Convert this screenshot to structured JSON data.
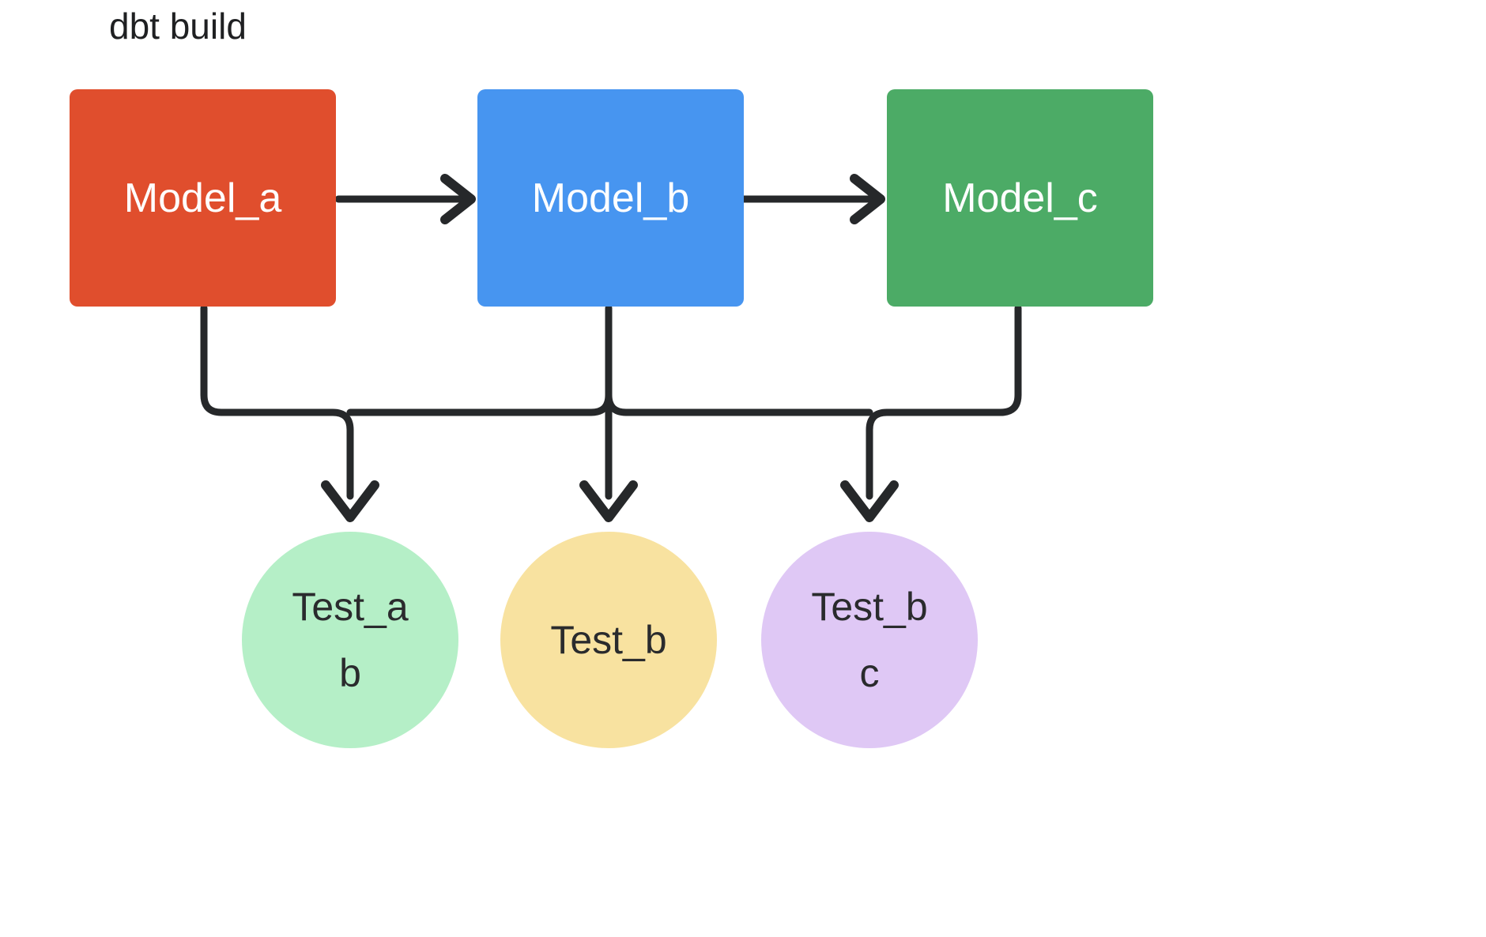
{
  "diagram": {
    "title": "dbt build",
    "type": "flowchart",
    "background": "#ffffff",
    "edge_color": "#26282a",
    "models": [
      {
        "id": "model_a",
        "label": "Model_a",
        "shape": "rounded-rect",
        "color": "#E04E2D",
        "text_color": "#ffffff"
      },
      {
        "id": "model_b",
        "label": "Model_b",
        "shape": "rounded-rect",
        "color": "#4795F0",
        "text_color": "#ffffff"
      },
      {
        "id": "model_c",
        "label": "Model_c",
        "shape": "rounded-rect",
        "color": "#4CAB66",
        "text_color": "#ffffff"
      }
    ],
    "tests": [
      {
        "id": "test_ab",
        "label": "Test_ab",
        "shape": "circle",
        "color": "#B5EFC7",
        "text_color": "#2a2b2d"
      },
      {
        "id": "test_b",
        "label": "Test_b",
        "shape": "circle",
        "color": "#F8E2A0",
        "text_color": "#2a2b2d"
      },
      {
        "id": "test_bc",
        "label": "Test_bc",
        "shape": "circle",
        "color": "#DFC8F5",
        "text_color": "#2a2b2d"
      }
    ],
    "edges": [
      {
        "from": "model_a",
        "to": "model_b",
        "style": "arrow-right"
      },
      {
        "from": "model_b",
        "to": "model_c",
        "style": "arrow-right"
      },
      {
        "from": "model_a",
        "to": "test_ab",
        "style": "elbow-down"
      },
      {
        "from": "model_b",
        "to": "test_b",
        "style": "straight-down"
      },
      {
        "from": "model_c",
        "to": "test_bc",
        "style": "elbow-down"
      }
    ]
  }
}
